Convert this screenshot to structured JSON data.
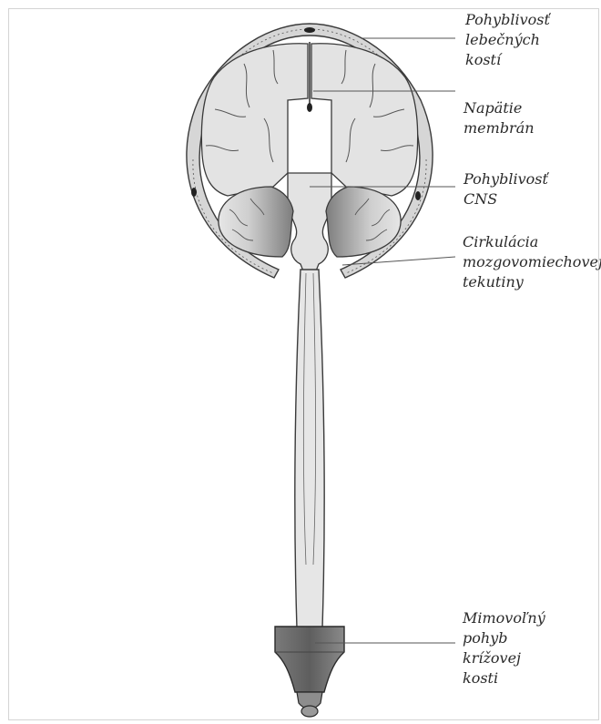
{
  "labels": {
    "cranial_bone_mobility": [
      "Pohyblivosť",
      "lebečných",
      "kostí"
    ],
    "membrane_tension": [
      "Napätie",
      "membrán"
    ],
    "cns_mobility": [
      "Pohyblivosť",
      "CNS"
    ],
    "csf_circulation": [
      "Cirkulácia",
      "mozgovomiechovej",
      "tekutiny"
    ],
    "sacrum_motion": [
      "Mimovoľný",
      "pohyb",
      "krížovej",
      "kosti"
    ]
  },
  "colors": {
    "fill_light": "#e3e3e3",
    "fill_mid": "#b8b8b8",
    "fill_dark": "#707070",
    "stroke": "#3a3a3a",
    "leader": "#555555"
  }
}
